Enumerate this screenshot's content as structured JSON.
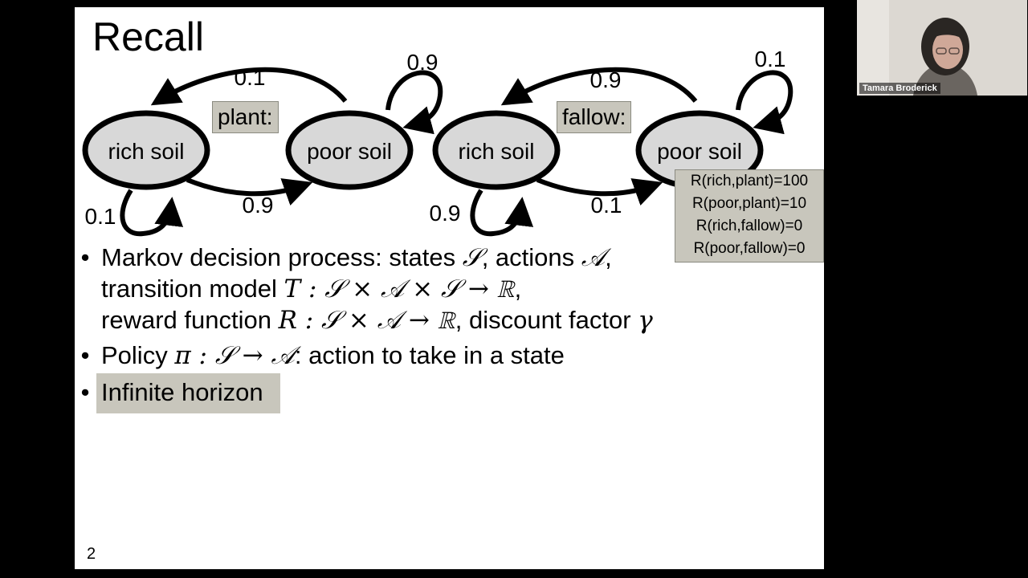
{
  "slide": {
    "title": "Recall",
    "number": "2",
    "plant_label": "plant:",
    "fallow_label": "fallow:",
    "diagrams": {
      "plant": {
        "rich_state": "rich soil",
        "poor_state": "poor soil",
        "prob_poor_to_rich": "0.1",
        "prob_poor_self": "0.9",
        "prob_rich_to_poor": "0.9",
        "prob_rich_self": "0.1"
      },
      "fallow": {
        "rich_state": "rich soil",
        "poor_state": "poor soil",
        "prob_poor_to_rich": "0.9",
        "prob_poor_self": "0.1",
        "prob_rich_to_poor": "0.1",
        "prob_rich_self": "0.9"
      }
    },
    "rewards": [
      "R(rich,plant)=100",
      "R(poor,plant)=10",
      "R(rich,fallow)=0",
      "R(poor,fallow)=0"
    ],
    "bullets": {
      "mdp_line1_a": "Markov decision process: states ",
      "S": "𝒮",
      "mdp_line1_b": ", actions ",
      "A": "𝒜",
      "comma": ",",
      "mdp_line2_a": "transition model ",
      "T_expr": "T : 𝒮 × 𝒜 × 𝒮 → ℝ",
      "mdp_line2_b": ",",
      "mdp_line3_a": "reward function ",
      "R_expr": "R : 𝒮 × 𝒜 → ℝ",
      "mdp_line3_b": ", discount factor ",
      "gamma": "γ",
      "policy_a": "Policy ",
      "policy_expr": "π : 𝒮 → 𝒜",
      "policy_b": ": action to take in a state",
      "horizon": "Infinite horizon",
      "bullet_char": "•"
    }
  },
  "video": {
    "participant_name": "Tamara Broderick"
  }
}
